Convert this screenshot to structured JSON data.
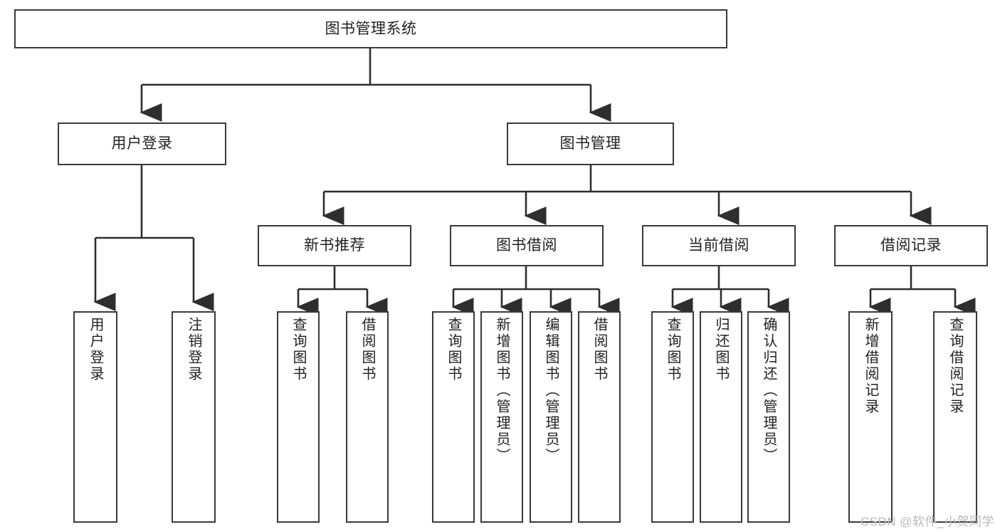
{
  "diagram": {
    "type": "tree-hierarchy",
    "title_node": {
      "label": "图书管理系统"
    },
    "level2": [
      {
        "label": "用户登录"
      },
      {
        "label": "图书管理"
      }
    ],
    "level3": [
      {
        "label": "新书推荐"
      },
      {
        "label": "图书借阅"
      },
      {
        "label": "当前借阅"
      },
      {
        "label": "借阅记录"
      }
    ],
    "leaves": {
      "user_login": [
        {
          "label": "用户登录"
        },
        {
          "label": "注销登录"
        }
      ],
      "new_book_recommend": [
        {
          "label": "查询图书"
        },
        {
          "label": "借阅图书"
        }
      ],
      "book_borrow": [
        {
          "label": "查询图书"
        },
        {
          "label": "新增图书（管理员）"
        },
        {
          "label": "编辑图书（管理员）"
        },
        {
          "label": "借阅图书"
        }
      ],
      "current_borrow": [
        {
          "label": "查询图书"
        },
        {
          "label": "归还图书"
        },
        {
          "label": "确认归还（管理员）"
        }
      ],
      "borrow_record": [
        {
          "label": "新增借阅记录"
        },
        {
          "label": "查询借阅记录"
        }
      ]
    }
  },
  "watermark": {
    "text": "CSDN @软件_小贺同学"
  },
  "colors": {
    "border": "#3a3a3a",
    "text": "#222222",
    "background": "#ffffff",
    "watermark": "#b9b9b9"
  }
}
